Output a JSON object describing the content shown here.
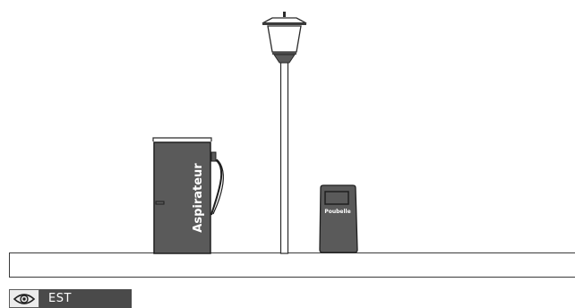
{
  "scene": {
    "vacuum_label": "Aspirateur",
    "bin_label": "Poubelle"
  },
  "view_tag": {
    "icon": "eye-icon",
    "label": "EST"
  },
  "colors": {
    "dark_fill": "#5a5a5a",
    "outline": "#1f1f1f",
    "light_panel": "#f1f1f1"
  }
}
